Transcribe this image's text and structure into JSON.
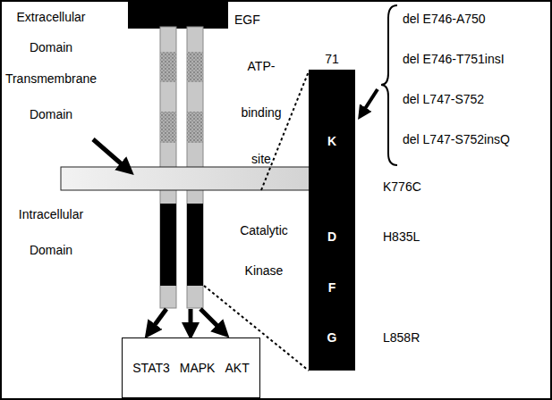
{
  "diagram": {
    "nodes": [
      {
        "text": [
          "71",
          "K",
          "D",
          "F",
          "G"
        ]
      },
      {
        "text": [
          "STAT3",
          "MAPK",
          "AKT"
        ]
      }
    ],
    "labels": [
      "EGF",
      "Extracellular Domain",
      "Transmembrane Domain",
      "ATP-binding site",
      "Intracellular Domain",
      "Catalytic Kinase",
      "del E746-A750",
      "del E746-T751insI",
      "del L747-S752",
      "del L747-S752insQ",
      "K776C",
      "H835L",
      "L858R"
    ]
  }
}
